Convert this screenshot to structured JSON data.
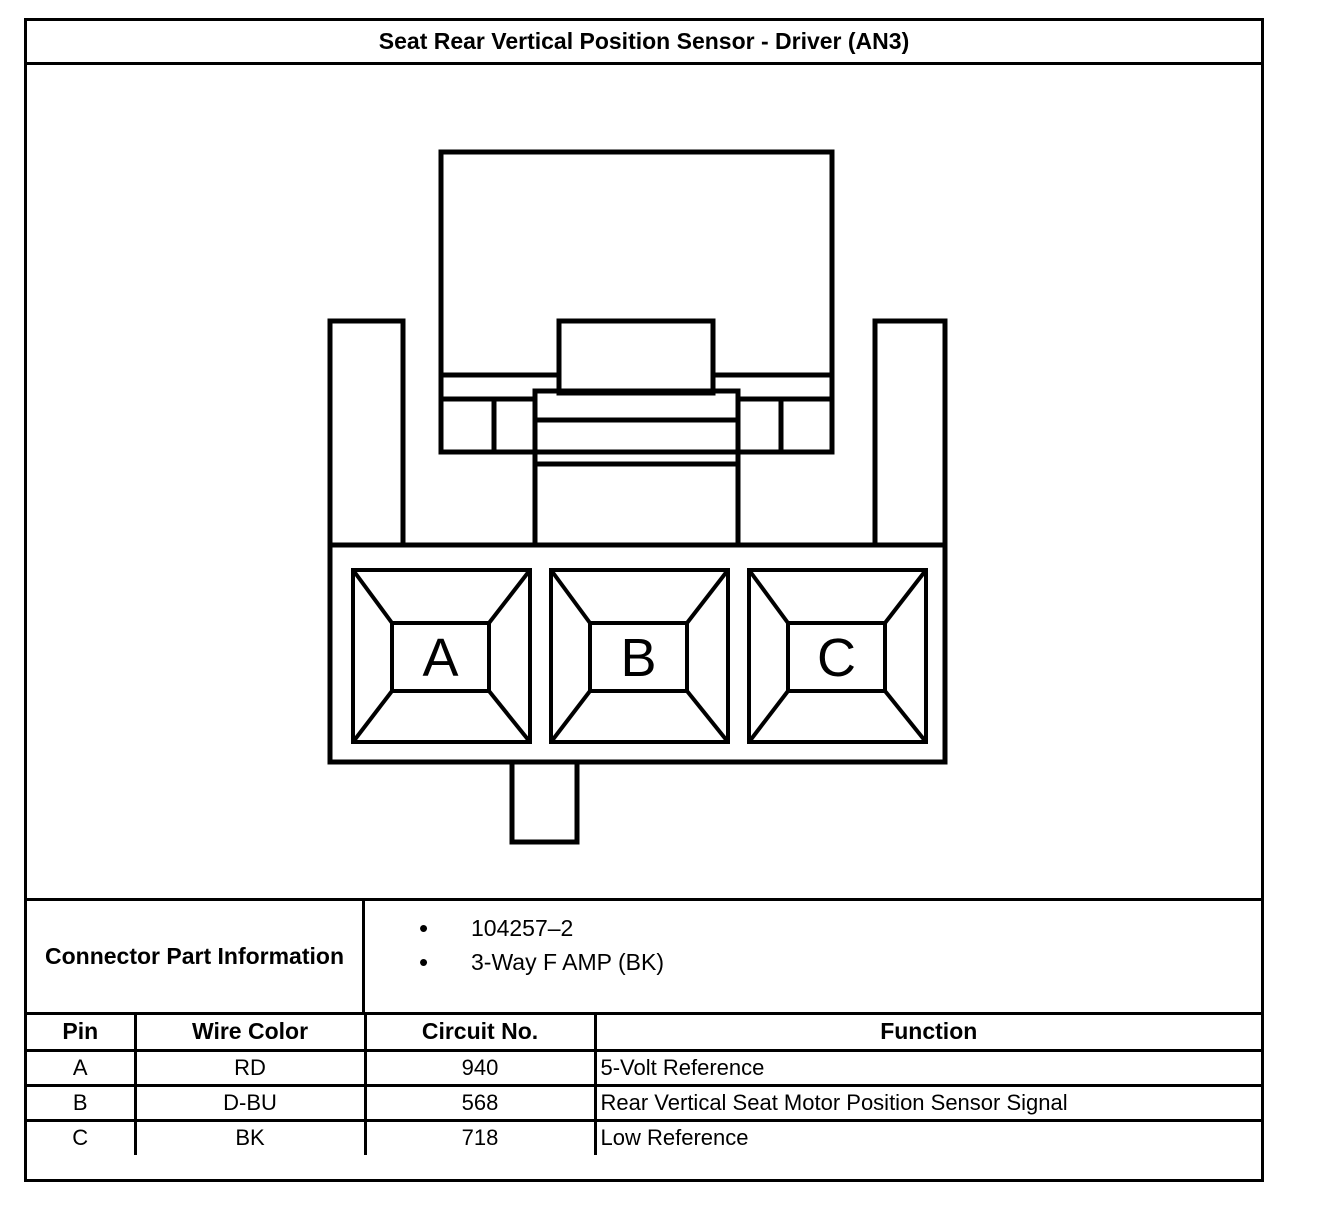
{
  "title": "Seat Rear Vertical Position Sensor - Driver (AN3)",
  "connector": {
    "label": "Connector Part Information",
    "parts": [
      "104257–2",
      "3-Way F AMP (BK)"
    ]
  },
  "cavities": [
    "A",
    "B",
    "C"
  ],
  "table": {
    "headers": [
      "Pin",
      "Wire Color",
      "Circuit No.",
      "Function"
    ],
    "rows": [
      {
        "pin": "A",
        "wire": "RD",
        "circuit": "940",
        "function": "5-Volt Reference"
      },
      {
        "pin": "B",
        "wire": "D-BU",
        "circuit": "568",
        "function": "Rear Vertical Seat Motor Position Sensor Signal"
      },
      {
        "pin": "C",
        "wire": "BK",
        "circuit": "718",
        "function": "Low Reference"
      }
    ]
  }
}
